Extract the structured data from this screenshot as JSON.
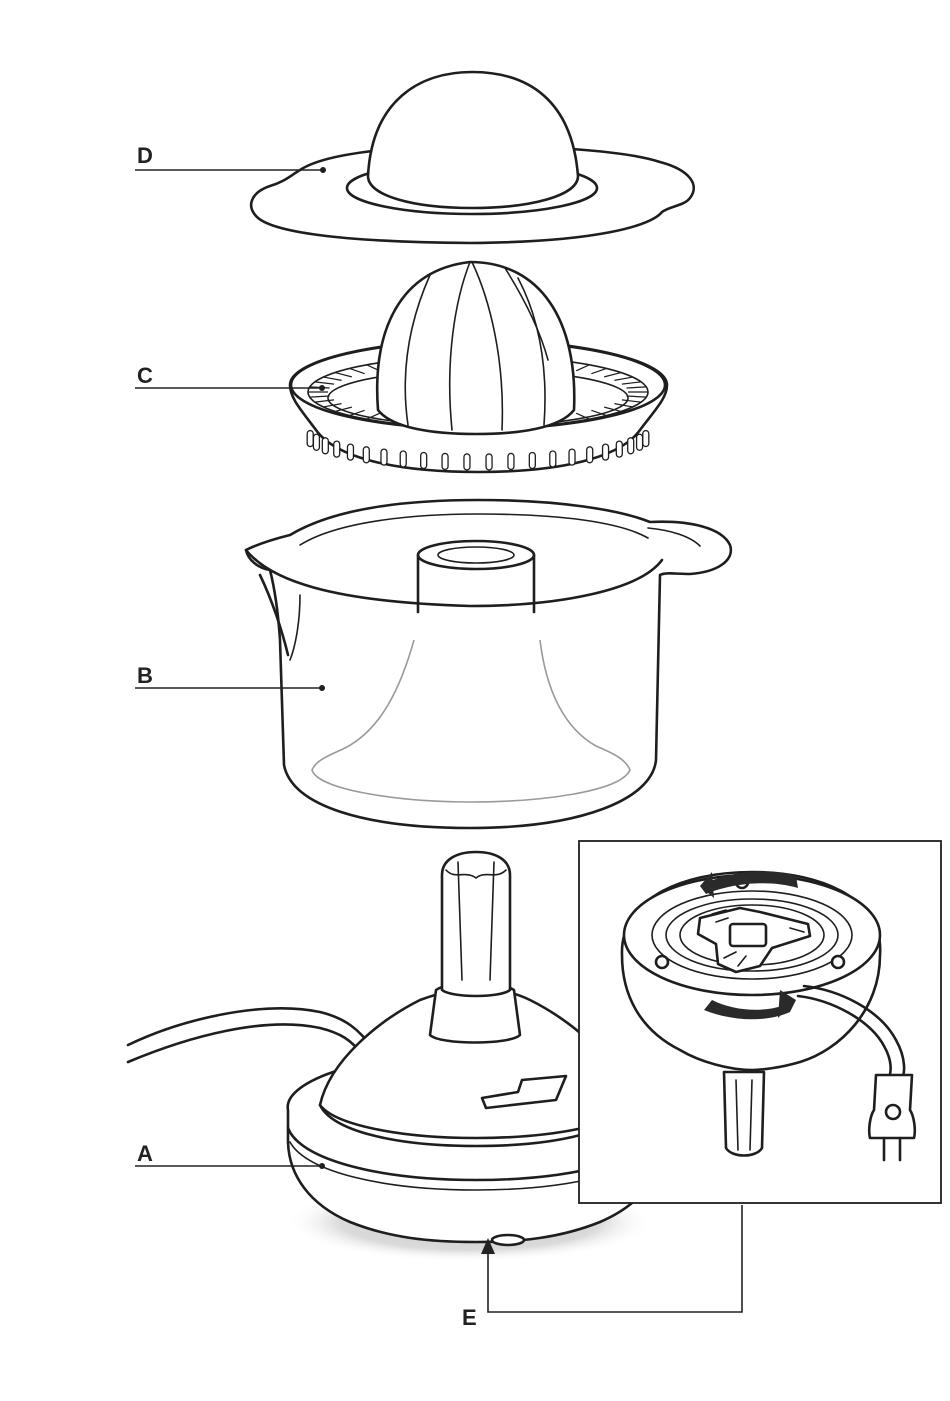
{
  "labels": {
    "a": "A",
    "b": "B",
    "c": "C",
    "d": "D",
    "e": "E"
  },
  "colors": {
    "line": "#1e1e1e",
    "shadow": "#d6d6d6",
    "glass": "#9a9a9a",
    "arrow": "#2a2a2a"
  }
}
